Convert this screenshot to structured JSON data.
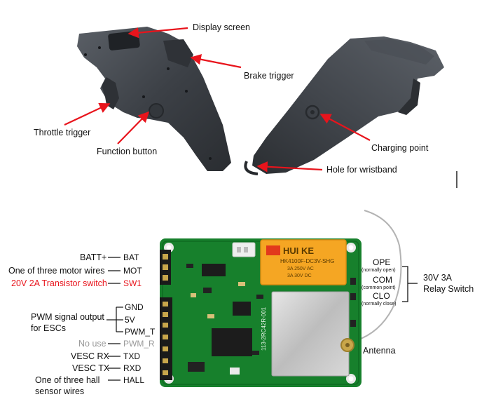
{
  "remote_labels": {
    "display_screen": "Display screen",
    "brake_trigger": "Brake trigger",
    "throttle_trigger": "Throttle trigger",
    "function_button": "Function button",
    "charging_point": "Charging point",
    "wristband_hole": "Hole for wristband"
  },
  "board_descriptions": {
    "batt": "BATT+",
    "motor_wire": "One of three motor wires",
    "transistor_switch": "20V 2A Transistor switch",
    "pwm_output_line1": "PWM signal output",
    "pwm_output_line2": "for ESCs",
    "no_use": "No use",
    "vesc_rx": "VESC RX",
    "vesc_tx": "VESC TX",
    "hall_line1": "One of three hall",
    "hall_line2": "sensor wires"
  },
  "pins": {
    "bat": "BAT",
    "mot": "MOT",
    "sw1": "SW1",
    "gnd": "GND",
    "v5": "5V",
    "pwm_t": "PWM_T",
    "pwm_r": "PWM_R",
    "txd": "TXD",
    "rxd": "RXD",
    "hall": "HALL"
  },
  "relay": {
    "ope": "OPE",
    "ope_note": "(normally open)",
    "com": "COM",
    "com_note": "(common point)",
    "clo": "CLO",
    "clo_note": "(normally close)",
    "spec_line1": "30V 3A",
    "spec_line2": "Relay Switch",
    "brand": "HUI KE",
    "model": "HK4100F-DC3V-SHG",
    "rating1": "3A 250V AC",
    "rating2": "3A 30V DC"
  },
  "antenna_label": "Antenna",
  "board_print": "113-2RC42R-001",
  "colors": {
    "red": "#e8141c",
    "pcb": "#17802c",
    "relay": "#f5a623",
    "remote": "#3b3f44"
  }
}
